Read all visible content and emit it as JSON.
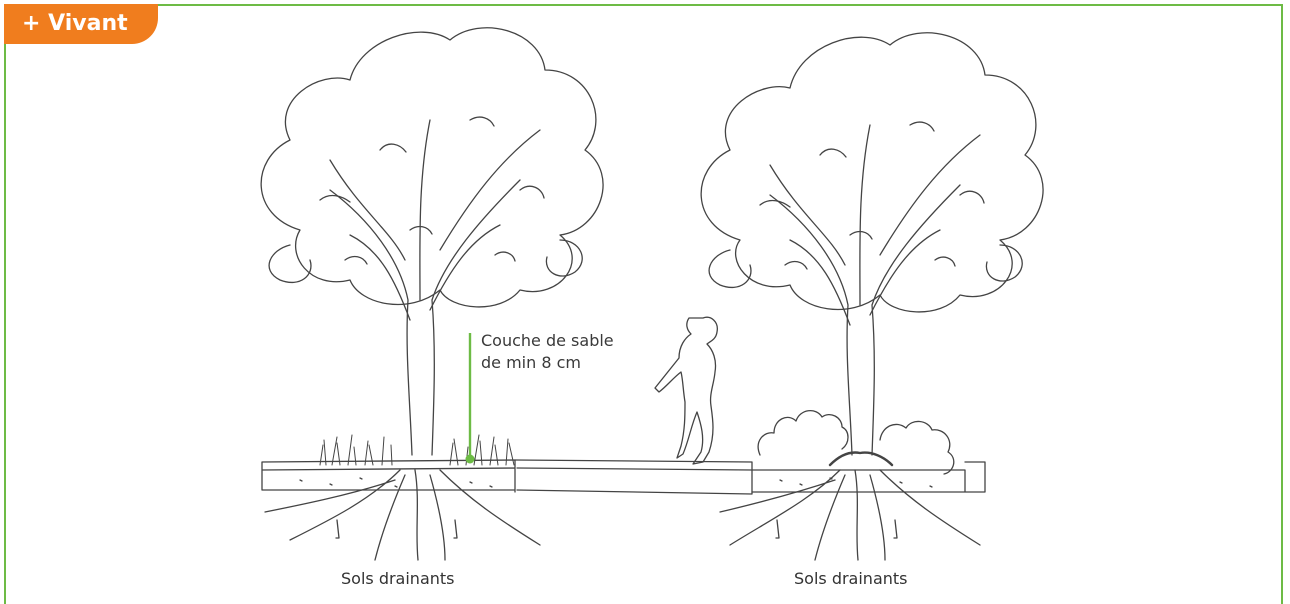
{
  "tag": {
    "label": "+ Vivant"
  },
  "annotation": {
    "line1": "Couche de sable",
    "line2": "de min 8 cm"
  },
  "captions": {
    "left": "Sols drainants",
    "right": "Sols drainants"
  },
  "colors": {
    "accent_green": "#6dbb45",
    "tag_orange": "#f07d1e"
  }
}
